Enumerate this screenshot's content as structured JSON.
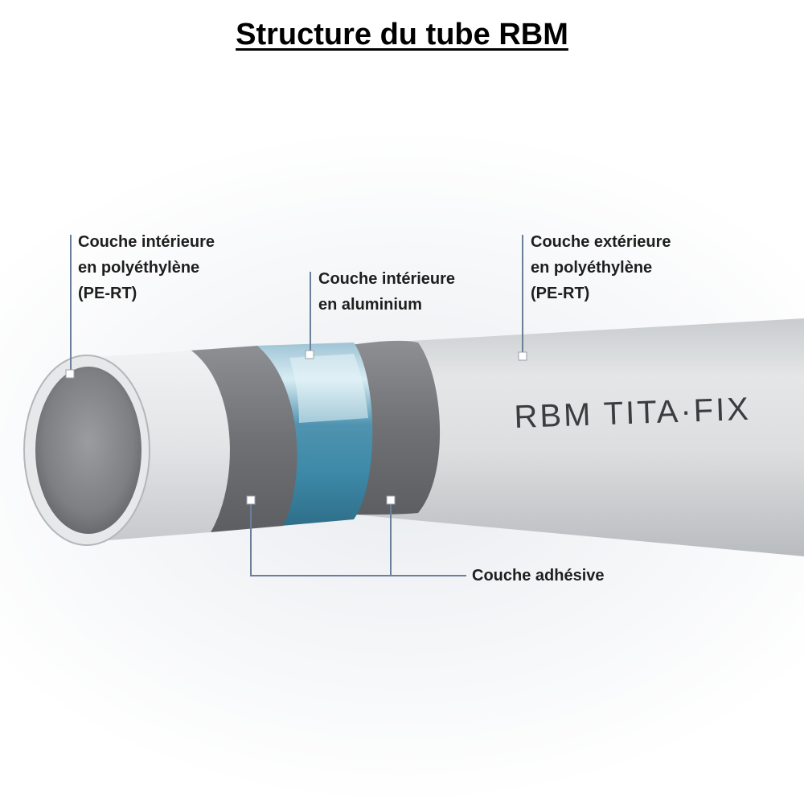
{
  "title": "Structure du tube RBM",
  "brand_print": "RBM TITA·FIX",
  "labels": {
    "inner_pe": {
      "lines": [
        "Couche intérieure",
        "en polyéthylène",
        "(PE-RT)"
      ]
    },
    "aluminium": {
      "lines": [
        "Couche intérieure",
        "en aluminium"
      ]
    },
    "outer_pe": {
      "lines": [
        "Couche extérieure",
        "en polyéthylène",
        "(PE-RT)"
      ]
    },
    "adhesive": {
      "lines": [
        "Couche adhésive"
      ]
    }
  },
  "colors": {
    "leader_line": "#6b7f9a",
    "tube_outer": "#d8dadc",
    "adhesive": "#707276",
    "aluminium": "#5fa3c0",
    "inner_pe": "#8a8c90"
  }
}
